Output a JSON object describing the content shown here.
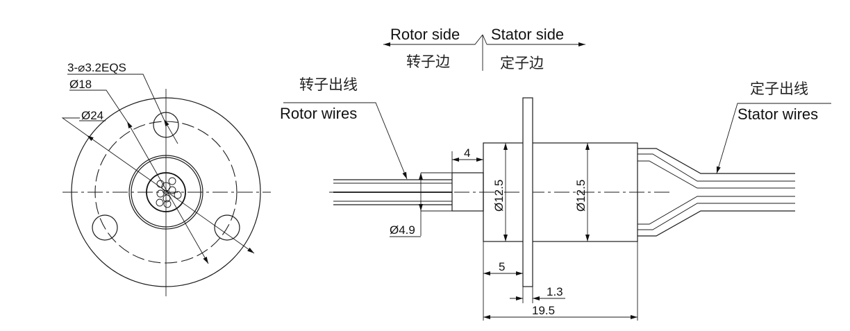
{
  "drawing": {
    "type": "slip ring dimensional drawing",
    "units": "mm",
    "direction_labels": {
      "rotor_side_en": "Rotor side",
      "stator_side_en": "Stator side",
      "rotor_side_cn": "转子边",
      "stator_side_cn": "定子边"
    },
    "wire_labels": {
      "rotor_wires_cn": "转子出线",
      "rotor_wires_en": "Rotor wires",
      "stator_wires_cn": "定子出线",
      "stator_wires_en": "Stator wires"
    },
    "front_view": {
      "holes_callout": "3-⌀3.2EQS",
      "pcd_callout": "Ø18",
      "outer_dia_callout": "Ø24"
    },
    "side_view": {
      "rotor_tube_dia": "Ø4.9",
      "rotor_step_length": "4",
      "rotor_body_dia": "Ø12.5",
      "stator_body_dia": "Ø12.5",
      "flange_offset": "5",
      "flange_thickness": "1.3",
      "overall_length": "19.5"
    }
  }
}
